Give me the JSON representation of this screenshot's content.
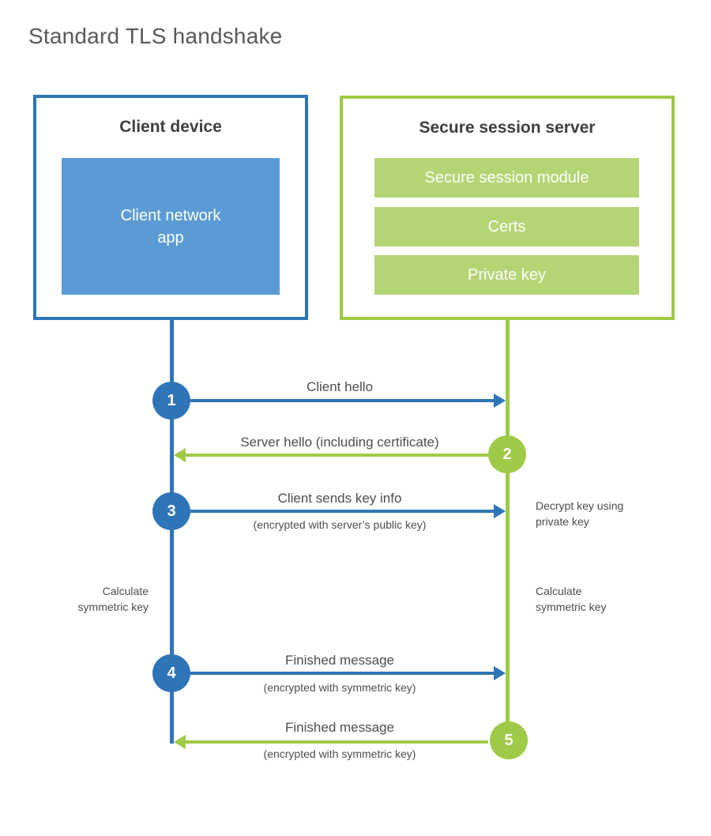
{
  "title": "Standard TLS handshake",
  "colors": {
    "blue": "#2e75b8",
    "blue_light": "#5b9bd5",
    "green": "#9fca47",
    "green_light": "#b4d573",
    "title_gray": "#595959",
    "heading_dark": "#3f3f3f",
    "label_gray": "#4d4d4d"
  },
  "client_box": {
    "title": "Client device",
    "inner_label": "Client network\napp"
  },
  "server_box": {
    "title": "Secure session server",
    "modules": [
      "Secure session module",
      "Certs",
      "Private key"
    ]
  },
  "steps": [
    {
      "number": "1",
      "from": "client",
      "to": "server",
      "label": "Client hello",
      "sublabel": ""
    },
    {
      "number": "2",
      "from": "server",
      "to": "client",
      "label": "Server hello (including certificate)",
      "sublabel": ""
    },
    {
      "number": "3",
      "from": "client",
      "to": "server",
      "label": "Client sends key info",
      "sublabel": "(encrypted with server’s public key)"
    },
    {
      "number": "4",
      "from": "client",
      "to": "server",
      "label": "Finished message",
      "sublabel": "(encrypted with symmetric key)"
    },
    {
      "number": "5",
      "from": "server",
      "to": "client",
      "label": "Finished message",
      "sublabel": "(encrypted with symmetric key)"
    }
  ],
  "side_notes": {
    "server_decrypt": "Decrypt key using\nprivate key",
    "client_calculate": "Calculate\nsymmetric key",
    "server_calculate": "Calculate\nsymmetric key"
  }
}
